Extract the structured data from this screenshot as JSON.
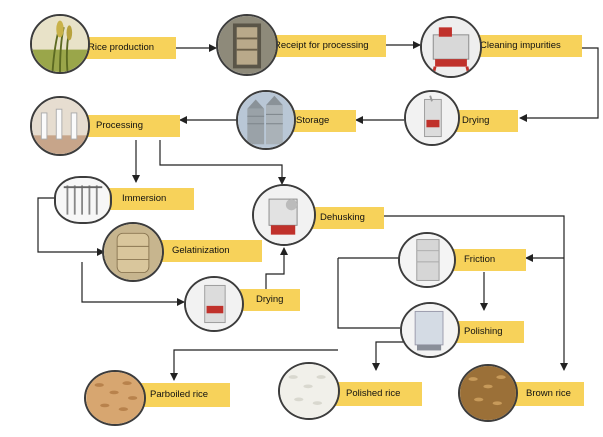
{
  "steps": {
    "rice_production": "Rice production",
    "receipt": "Receipt for processing",
    "cleaning": "Cleaning impurities",
    "drying_top": "Drying",
    "storage": "Storage",
    "processing": "Processing",
    "immersion": "Immersion",
    "gelatinization": "Gelatinization",
    "drying_low": "Drying",
    "dehusking": "Dehusking",
    "friction": "Friction",
    "polishing": "Polishing",
    "parboiled": "Parboiled rice",
    "polished": "Polished rice",
    "brown": "Brown rice"
  },
  "colors": {
    "label_bg": "#f7d25a",
    "arrow": "#222222",
    "node_border": "#3c3c3c"
  },
  "icons": {
    "rice_production": "rice-field-icon",
    "receipt": "warehouse-door-icon",
    "cleaning": "cleaning-machine-icon",
    "drying_top": "dryer-machine-icon",
    "storage": "silo-icon",
    "processing": "factory-hall-icon",
    "immersion": "soaking-tanks-icon",
    "gelatinization": "steam-tank-icon",
    "drying_low": "dryer-machine-icon",
    "dehusking": "husker-machine-icon",
    "friction": "friction-mill-icon",
    "polishing": "polisher-machine-icon",
    "parboiled": "parboiled-rice-icon",
    "polished": "polished-rice-icon",
    "brown": "brown-rice-icon"
  }
}
